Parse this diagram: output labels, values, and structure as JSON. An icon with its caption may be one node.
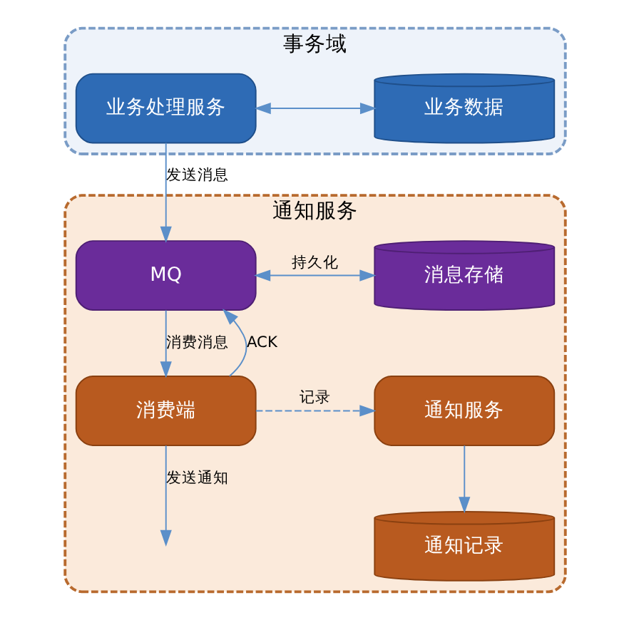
{
  "diagram": {
    "nodes": [
      {
        "text": [
          "事务域"
        ]
      },
      {
        "text": [
          "业务处理服务"
        ],
        "in": 0
      },
      {
        "text": [
          "业务数据"
        ],
        "in": 0
      },
      {
        "text": [
          "通知服务"
        ]
      },
      {
        "text": [
          "MQ"
        ],
        "in": 3
      },
      {
        "text": [
          "消息存储"
        ],
        "in": 3
      },
      {
        "text": [
          "消费端"
        ],
        "in": 3
      },
      {
        "text": [
          "通知服务"
        ],
        "in": 3
      },
      {
        "text": [
          "通知记录"
        ],
        "in": 3
      }
    ],
    "edges": [
      {
        "from": 1,
        "to": 2,
        "arrow": "both"
      },
      {
        "from": 1,
        "to": 4,
        "arrow": "to",
        "label": "发送消息"
      },
      {
        "from": 4,
        "to": 5,
        "arrow": "both",
        "label": "持久化"
      },
      {
        "from": 4,
        "to": 6,
        "arrow": "to",
        "label": "消费消息"
      },
      {
        "from": 6,
        "to": 4,
        "arrow": "to",
        "label": "ACK"
      },
      {
        "from": 6,
        "to": 7,
        "arrow": "to",
        "label": "记录",
        "style": "dashed"
      },
      {
        "from": 7,
        "to": 8,
        "arrow": "to"
      },
      {
        "from": 6,
        "to": null,
        "arrow": "to",
        "label": "发送通知"
      }
    ]
  }
}
